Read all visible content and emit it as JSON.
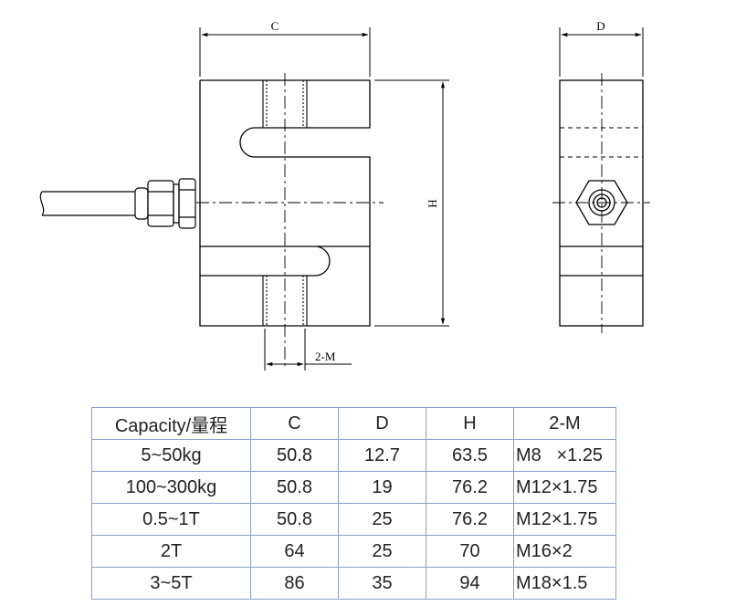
{
  "drawing": {
    "front_view": {
      "width_label": "C",
      "height_label": "H",
      "thread_label": "2-M"
    },
    "side_view": {
      "depth_label": "D"
    }
  },
  "table": {
    "headers": [
      "Capacity/量程",
      "C",
      "D",
      "H",
      "2-M"
    ],
    "rows": [
      [
        "5~50kg",
        "50.8",
        "12.7",
        "63.5",
        "M8   ×1.25"
      ],
      [
        "100~300kg",
        "50.8",
        "19",
        "76.2",
        "M12×1.75"
      ],
      [
        "0.5~1T",
        "50.8",
        "25",
        "76.2",
        "M12×1.75"
      ],
      [
        "2T",
        "64",
        "25",
        "70",
        "M16×2"
      ],
      [
        "3~5T",
        "86",
        "35",
        "94",
        "M18×1.5"
      ]
    ]
  }
}
